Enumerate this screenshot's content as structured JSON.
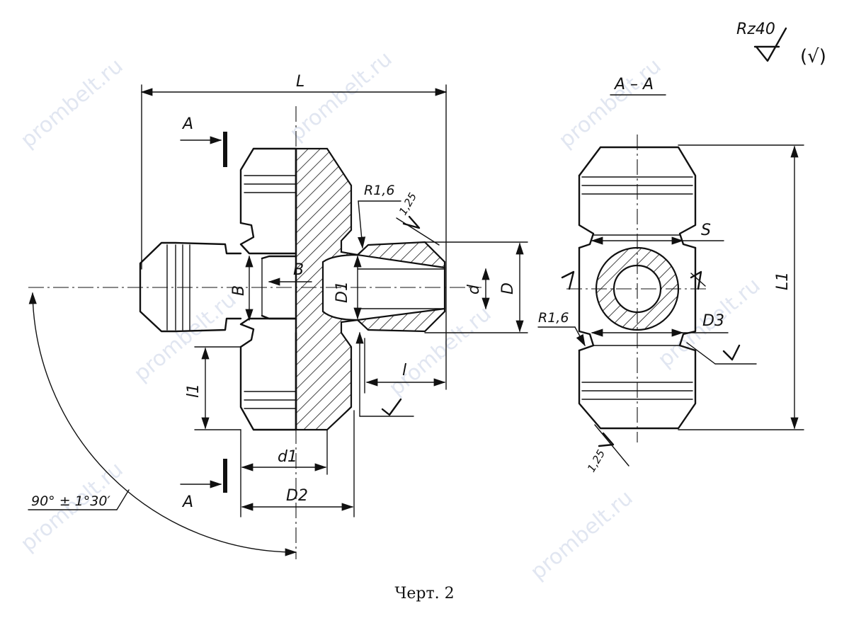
{
  "surface_mark": {
    "roughness": "Rz40",
    "paren": "(√)"
  },
  "section_title": "A – A",
  "labels": {
    "L": "L",
    "A_top": "A",
    "A_bottom": "A",
    "R_top": "R1,6",
    "R_side": "R1,6",
    "rough_125_top": "1,25",
    "rough_125_bottom": "1,25",
    "B_dim": "B",
    "B_arrow": "B",
    "D1": "D1",
    "d": "d",
    "D": "D",
    "l": "l",
    "l1": "l1",
    "L1": "L1",
    "d1": "d1",
    "D2": "D2",
    "D3": "D3",
    "S": "S",
    "angle": "90° ± 1°30′"
  },
  "caption": "Черт. 2",
  "watermark": "prombelt.ru"
}
